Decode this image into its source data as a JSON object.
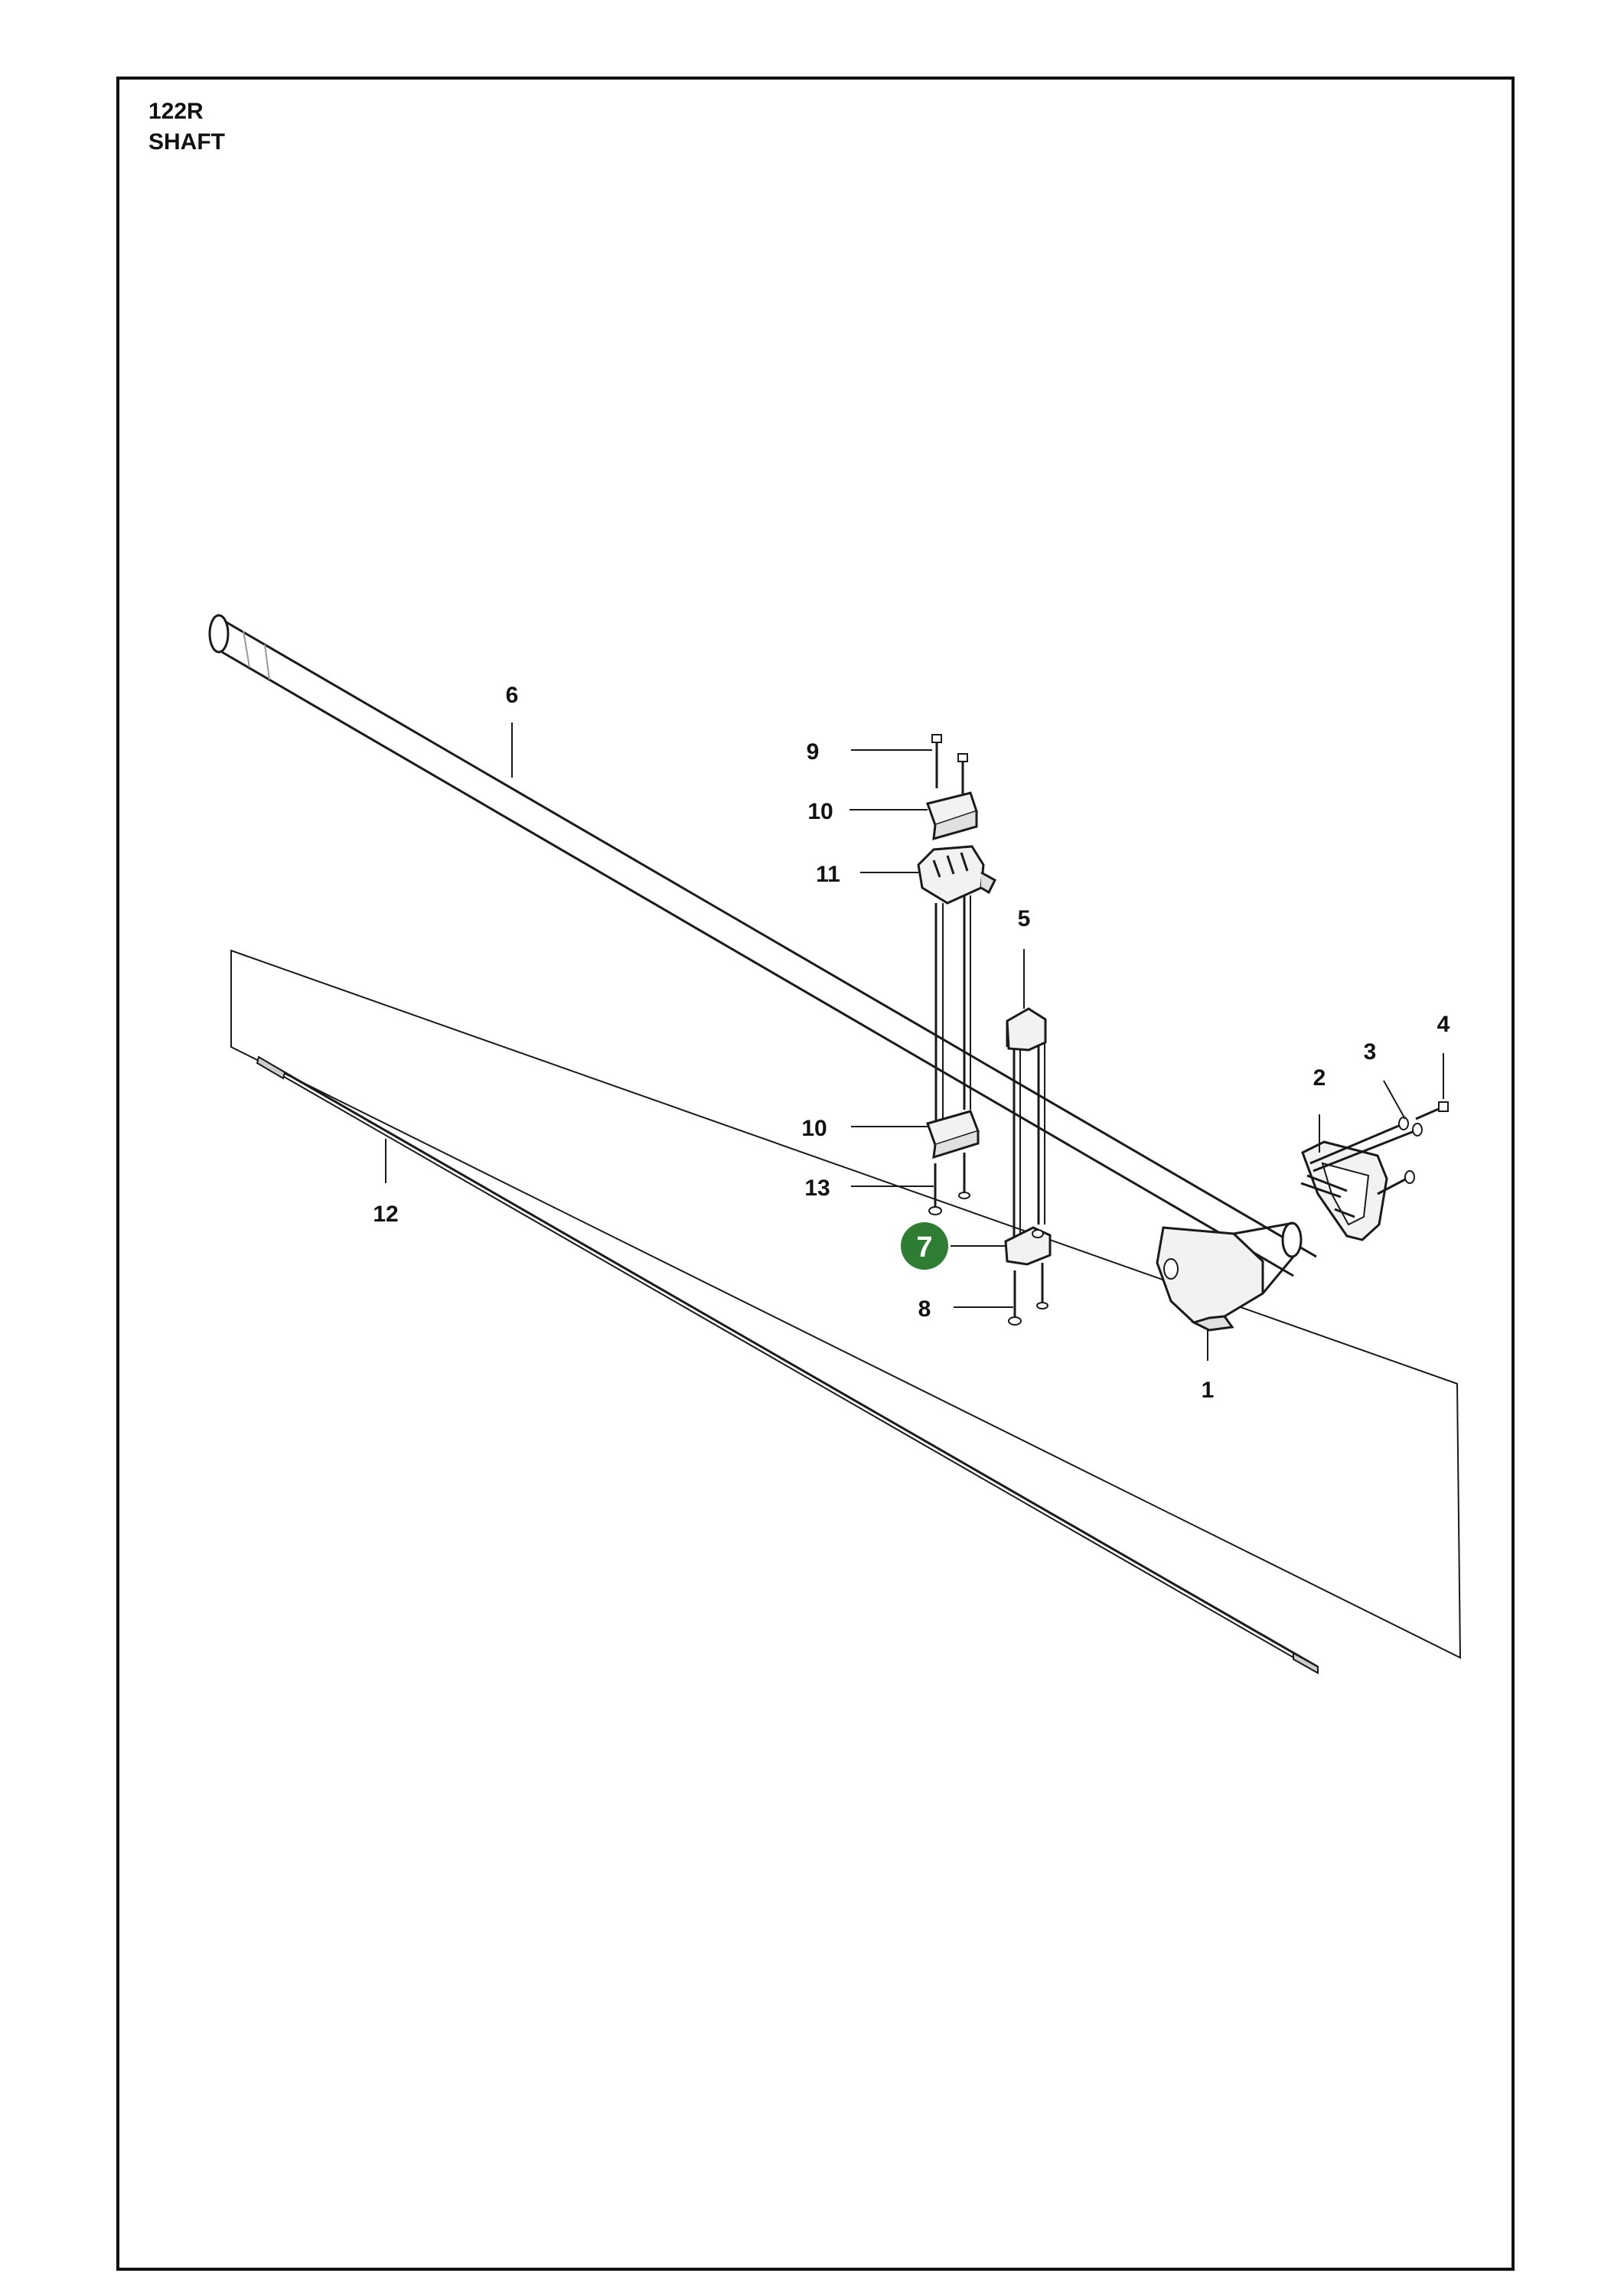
{
  "header": {
    "model": "122R",
    "section": "SHAFT"
  },
  "colors": {
    "highlight": "#2e7d32",
    "line": "#1a1a1a",
    "part_fill": "#f2f2f2"
  },
  "callouts": {
    "c1": "1",
    "c2": "2",
    "c3": "3",
    "c4": "4",
    "c5": "5",
    "c6": "6",
    "c7": "7",
    "c8": "8",
    "c9": "9",
    "c10a": "10",
    "c10b": "10",
    "c11": "11",
    "c12": "12",
    "c13": "13"
  },
  "highlighted_part": "7"
}
